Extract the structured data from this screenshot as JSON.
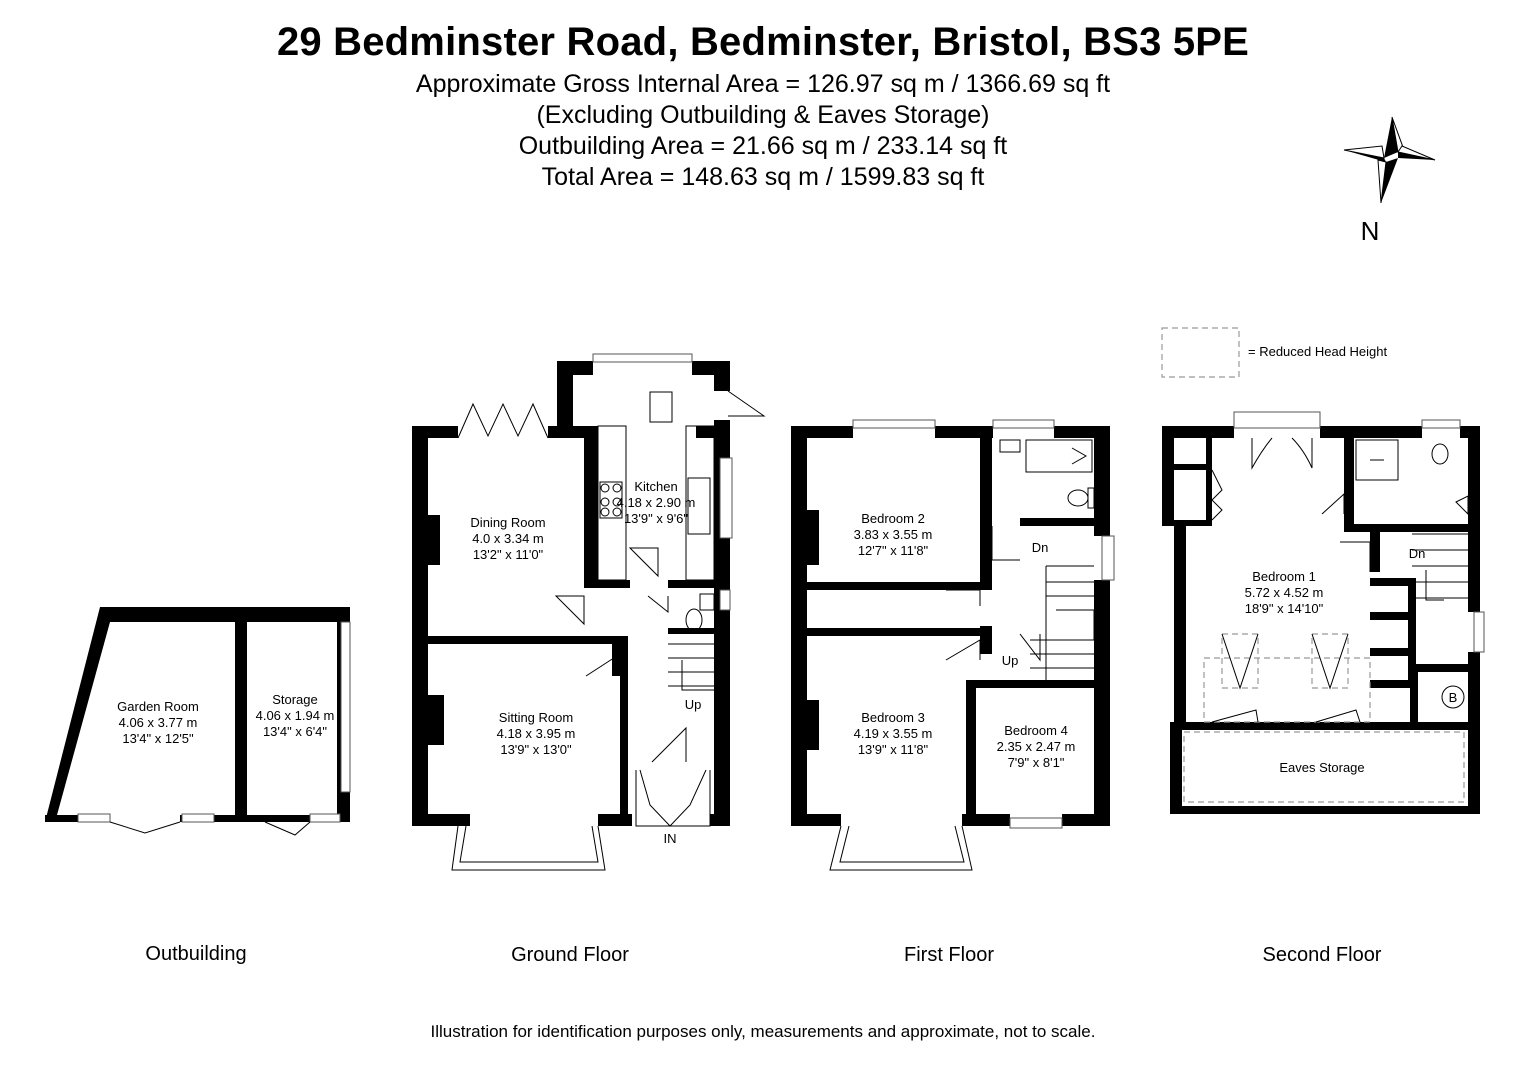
{
  "header": {
    "title": "29 Bedminster Road, Bedminster, Bristol, BS3 5PE",
    "gross_area": "Approximate Gross Internal Area = 126.97 sq m / 1366.69 sq ft",
    "excluding": "(Excluding Outbuilding & Eaves Storage)",
    "outbuilding_area": "Outbuilding Area = 21.66 sq m / 233.14 sq ft",
    "total_area": "Total Area = 148.63 sq m / 1599.83 sq ft"
  },
  "compass": {
    "label": "N",
    "icon": "compass-rose-icon"
  },
  "legend": {
    "label": "= Reduced Head Height"
  },
  "floors": {
    "outbuilding": {
      "caption": "Outbuilding",
      "rooms": [
        {
          "name": "Garden Room",
          "metric": "4.06 x 3.77 m",
          "imperial": "13'4\" x 12'5\""
        },
        {
          "name": "Storage",
          "metric": "4.06 x 1.94 m",
          "imperial": "13'4\" x 6'4\""
        }
      ]
    },
    "ground": {
      "caption": "Ground Floor",
      "rooms": [
        {
          "name": "Kitchen",
          "metric": "4.18 x 2.90 m",
          "imperial": "13'9\" x 9'6\""
        },
        {
          "name": "Dining Room",
          "metric": "4.0 x 3.34 m",
          "imperial": "13'2\" x 11'0\""
        },
        {
          "name": "Sitting Room",
          "metric": "4.18 x 3.95 m",
          "imperial": "13'9\" x 13'0\""
        }
      ],
      "stair_label": "Up",
      "entrance_label": "IN"
    },
    "first": {
      "caption": "First Floor",
      "rooms": [
        {
          "name": "Bedroom 2",
          "metric": "3.83 x 3.55 m",
          "imperial": "12'7\" x 11'8\""
        },
        {
          "name": "Bedroom 3",
          "metric": "4.19 x 3.55 m",
          "imperial": "13'9\" x 11'8\""
        },
        {
          "name": "Bedroom 4",
          "metric": "2.35 x 2.47 m",
          "imperial": "7'9\" x 8'1\""
        }
      ],
      "stair_down": "Dn",
      "stair_up": "Up"
    },
    "second": {
      "caption": "Second Floor",
      "rooms": [
        {
          "name": "Bedroom 1",
          "metric": "5.72 x 4.52 m",
          "imperial": "18'9\" x 14'10\""
        },
        {
          "name": "Eaves Storage"
        }
      ],
      "stair_down": "Dn",
      "boiler_label": "B"
    }
  },
  "footer": {
    "disclaimer": "Illustration for identification purposes only, measurements and approximate, not to scale."
  }
}
